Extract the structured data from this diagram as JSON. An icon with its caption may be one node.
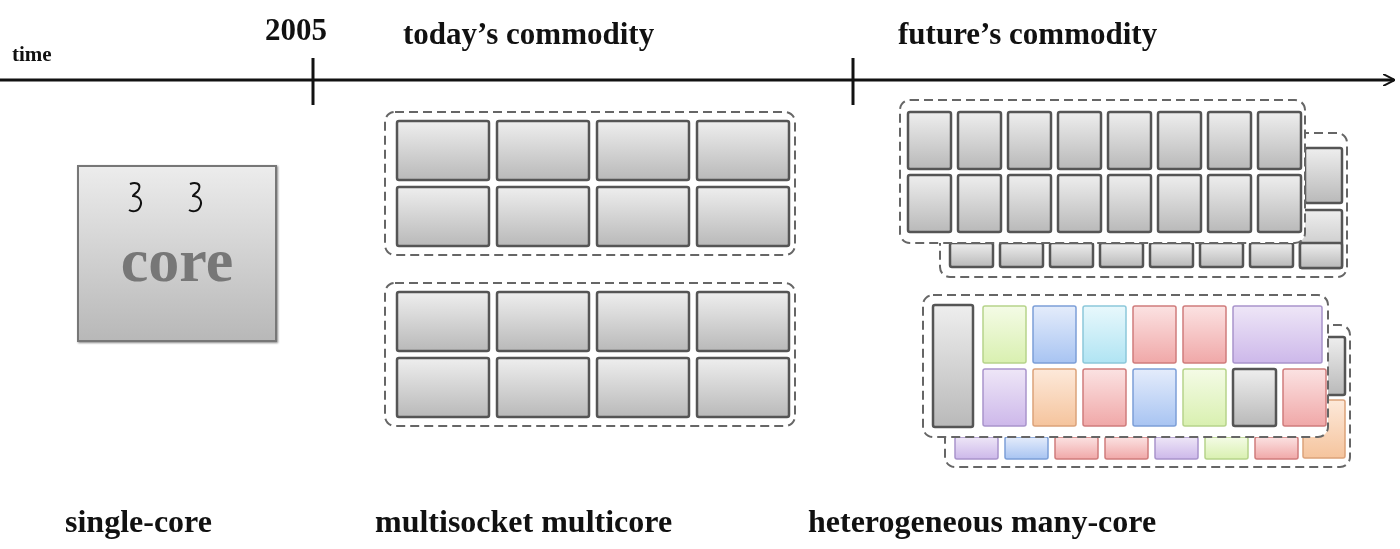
{
  "diagram": {
    "nodes": [
      {
        "text": [
          "core"
        ]
      }
    ],
    "labels": [
      "time",
      "2005",
      "today’s commodity",
      "future’s commodity",
      "single-core",
      "multisocket multicore",
      "heterogeneous many-core"
    ]
  }
}
